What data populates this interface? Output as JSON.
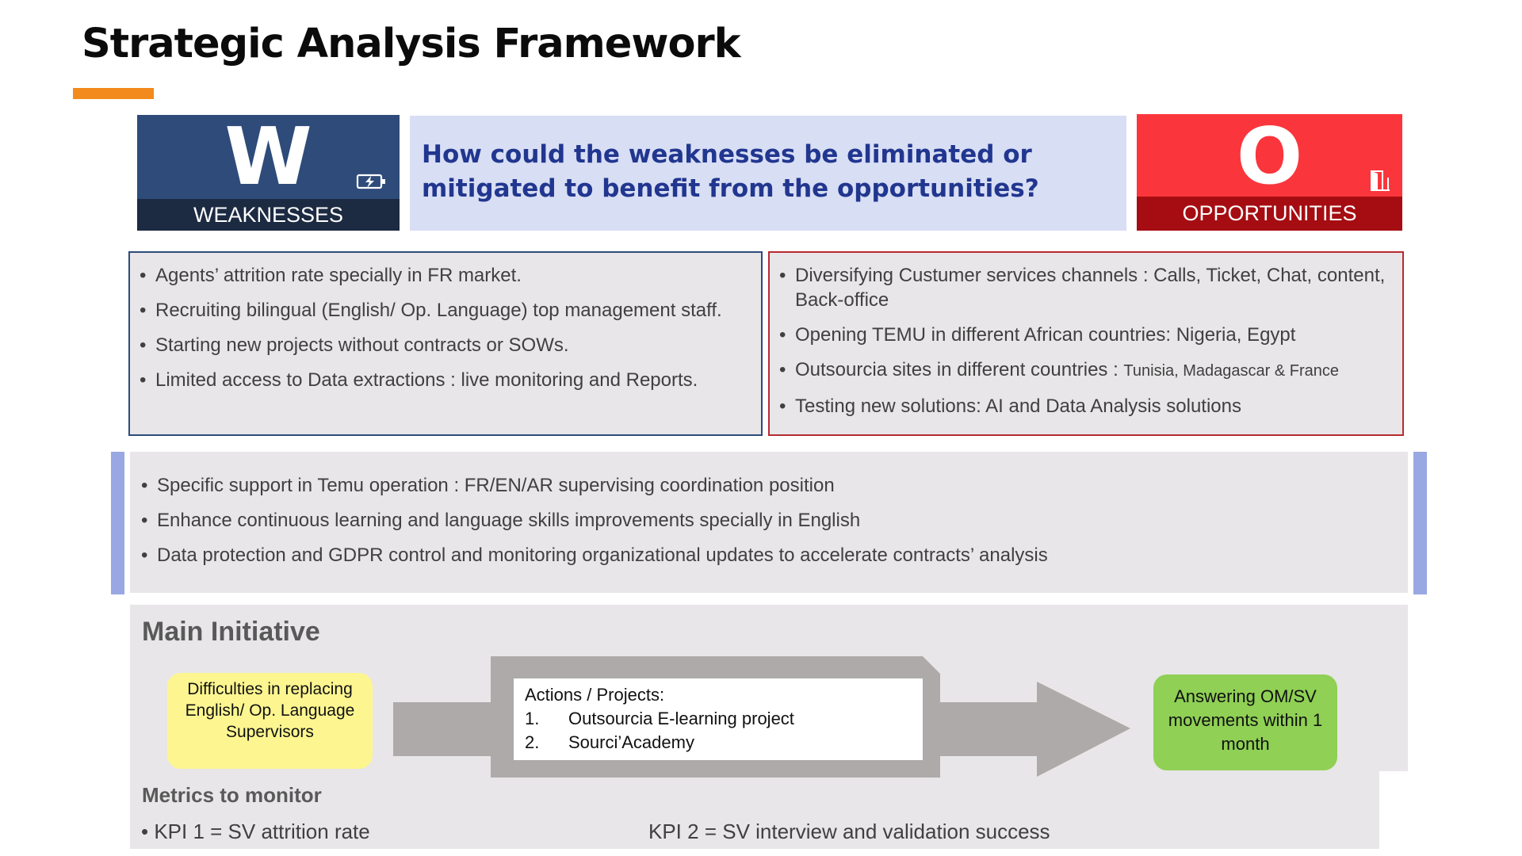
{
  "title": "Strategic Analysis Framework",
  "colors": {
    "accent_orange": "#f28a1d",
    "weakness_blue": "#2e4b7a",
    "weakness_band": "#1c2a42",
    "opportunity_red": "#fa363c",
    "opportunity_band": "#a50d12",
    "question_bg": "#d8def4",
    "question_text": "#21368f",
    "strategy_bar": "#99a7e2",
    "difficulty_yellow": "#fdf690",
    "answer_green": "#8fd055",
    "arrow_gray": "#aeaaaa"
  },
  "weakness": {
    "letter": "W",
    "label": "WEAKNESSES",
    "icon": "battery-charging-icon",
    "items": [
      "Agents’ attrition rate specially in FR market.",
      "Recruiting bilingual (English/ Op. Language) top management staff.",
      "Starting new projects without contracts or SOWs.",
      "Limited access to Data extractions : live monitoring and Reports."
    ]
  },
  "question": "How could the weaknesses be eliminated or mitigated to benefit from the opportunities?",
  "opportunity": {
    "letter": "O",
    "label": "OPPORTUNITIES",
    "icon": "door-exit-icon",
    "items": [
      "Diversifying Custumer services channels : Calls, Ticket, Chat, content, Back-office",
      "Opening TEMU in different African countries: Nigeria, Egypt",
      "Testing new solutions: AI and Data Analysis solutions"
    ],
    "outsourcia_main": "Outsourcia sites in different countries : ",
    "outsourcia_countries": "Tunisia, Madagascar & France"
  },
  "strategies": [
    "Specific support in Temu operation : FR/EN/AR supervising coordination position",
    "Enhance continuous learning and language skills improvements specially in English",
    "Data protection and GDPR control and monitoring organizational updates to accelerate contracts’ analysis"
  ],
  "initiative": {
    "title": "Main Initiative",
    "difficulty": "Difficulties in replacing English/ Op. Language Supervisors",
    "actions_title": "Actions / Projects:",
    "actions": [
      {
        "num": "1.",
        "text": "Outsourcia E-learning project"
      },
      {
        "num": "2.",
        "text": "Sourci’Academy"
      }
    ],
    "result": "Answering OM/SV movements within 1 month"
  },
  "metrics": {
    "title": "Metrics to monitor",
    "kpi1": "KPI 1 = SV attrition rate",
    "kpi2": "KPI 2 = SV interview and validation success"
  }
}
